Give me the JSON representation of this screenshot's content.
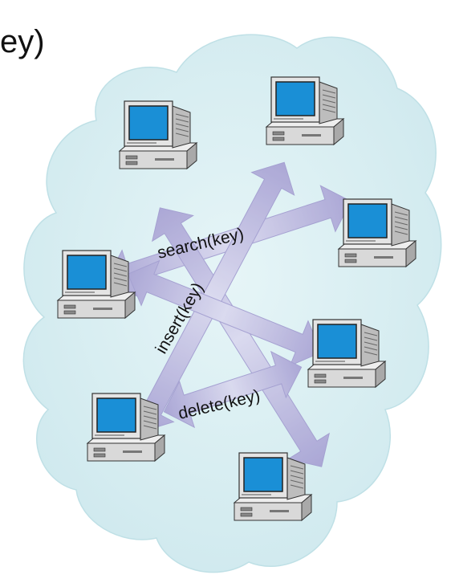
{
  "diagram": {
    "caption_fragment": "ey)",
    "operations": [
      {
        "id": "search",
        "label": "search(key)"
      },
      {
        "id": "insert",
        "label": "insert(key)"
      },
      {
        "id": "delete",
        "label": "delete(key)"
      }
    ],
    "nodes": [
      {
        "id": "pc-1",
        "icon": "desktop-computer-icon"
      },
      {
        "id": "pc-2",
        "icon": "desktop-computer-icon"
      },
      {
        "id": "pc-3",
        "icon": "desktop-computer-icon"
      },
      {
        "id": "pc-4",
        "icon": "desktop-computer-icon"
      },
      {
        "id": "pc-5",
        "icon": "desktop-computer-icon"
      },
      {
        "id": "pc-6",
        "icon": "desktop-computer-icon"
      },
      {
        "id": "pc-7",
        "icon": "desktop-computer-icon"
      }
    ],
    "colors": {
      "cloud_fill": "#d7eef2",
      "cloud_outline": "#b8dde5",
      "arrow_fill": "#b3acd6",
      "screen": "#1a8fd6",
      "case": "#dcdcdc"
    }
  }
}
